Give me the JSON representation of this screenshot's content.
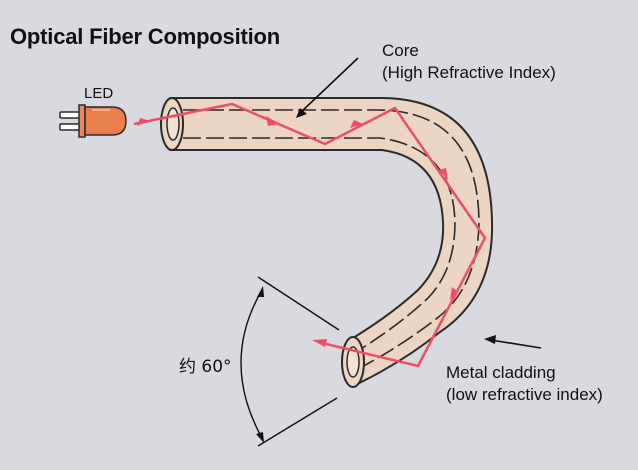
{
  "title": "Optical Fiber Composition",
  "labels": {
    "core": "Core",
    "core_sub": "(High Refractive Index)",
    "cladding": "Metal cladding",
    "cladding_sub": "(low refractive index)",
    "led": "LED",
    "angle": "约 60°"
  },
  "colors": {
    "background": "#d9dadf",
    "fiber_fill": "#ecd5c3",
    "fiber_outline": "#2b2b2b",
    "light_ray": "#f04e64",
    "led_body": "#e97f4e"
  }
}
